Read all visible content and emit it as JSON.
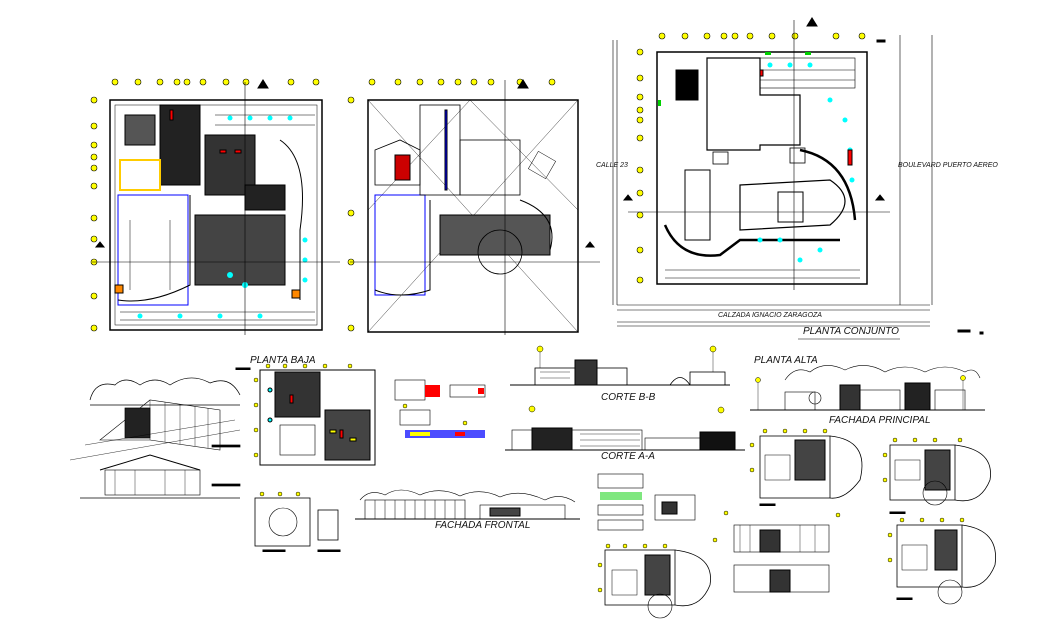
{
  "labels": {
    "planta_conjunto": "PLANTA CONJUNTO",
    "calle_23": "CALLE 23",
    "boulevard": "BOULEVARD PUERTO AEREO",
    "calzada": "CALZADA IGNACIO ZARAGOZA",
    "planta_baja": "PLANTA BAJA",
    "planta_alta": "PLANTA ALTA",
    "corte_bb": "CORTE B-B",
    "corte_aa": "CORTE A-A",
    "fachada_principal": "FACHADA PRINCIPAL",
    "fachada_frontal": "FACHADA FRONTAL"
  },
  "colors": {
    "linework": "#000000",
    "axis_bubble": "#ffff00",
    "cyan": "#00ffff",
    "green": "#00d000",
    "red": "#ff0000",
    "blue": "#0000ff",
    "orange": "#ff8800"
  }
}
